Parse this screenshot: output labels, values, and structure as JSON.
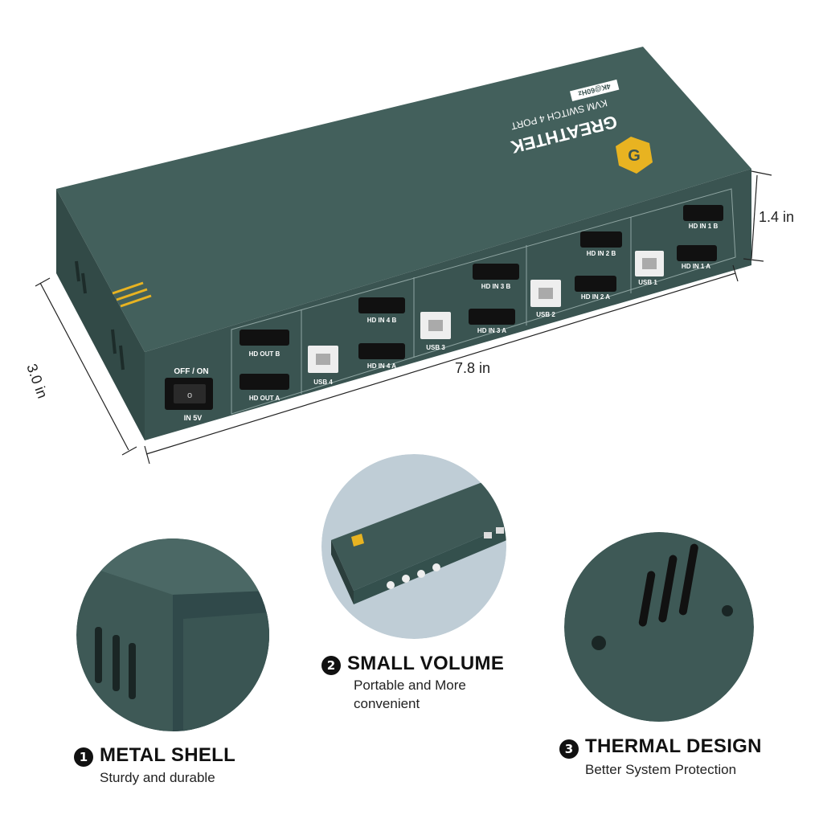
{
  "dimensions": {
    "height": "1.4 in",
    "depth": "3.0 in",
    "width": "7.8 in"
  },
  "device": {
    "brand": "GREATHTEK",
    "model": "KVM SWITCH 4 PORT",
    "resolution_badge": "4K@60Hz",
    "switch_label": "OFF / ON",
    "power_label": "IN 5V",
    "ports": {
      "hd_out_b": "HD OUT B",
      "hd_out_a": "HD OUT A",
      "hd_in_1_a": "HD IN 1 A",
      "hd_in_1_b": "HD IN 1 B",
      "hd_in_2_a": "HD IN 2 A",
      "hd_in_2_b": "HD IN 2 B",
      "hd_in_3_a": "HD IN 3 A",
      "hd_in_3_b": "HD IN 3 B",
      "hd_in_4_a": "HD IN 4 A",
      "hd_in_4_b": "HD IN 4 B",
      "usb_1": "USB 1",
      "usb_2": "USB 2",
      "usb_3": "USB 3",
      "usb_4": "USB 4"
    }
  },
  "colors": {
    "shell": "#3f5a57",
    "shell_dark": "#2e4341",
    "logo_yellow": "#e8b321",
    "circle_bg": "#bfcdd6"
  },
  "features": [
    {
      "number": "1",
      "title": "METAL SHELL",
      "subtitle": "Sturdy and durable"
    },
    {
      "number": "2",
      "title": "SMALL VOLUME",
      "subtitle_line1": "Portable and More",
      "subtitle_line2": "convenient"
    },
    {
      "number": "3",
      "title": "THERMAL DESIGN",
      "subtitle": "Better System Protection"
    }
  ]
}
